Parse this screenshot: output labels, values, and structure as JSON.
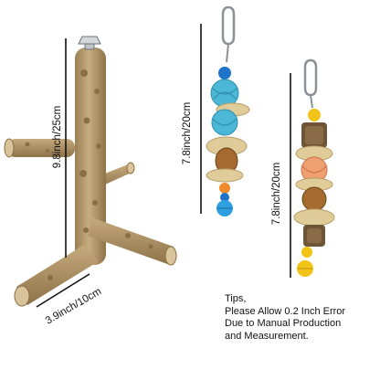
{
  "measurements": {
    "perch_height": "9.8inch/25cm",
    "perch_base": "3.9inch/10cm",
    "toy_a_length": "7.8inch/20cm",
    "toy_b_length": "7.8inch/20cm"
  },
  "tips": {
    "title": "Tips,",
    "line1": "Please Allow 0.2 Inch Error",
    "line2": "Due to Manual Production",
    "line3": "and Measurement."
  },
  "colors": {
    "wood": "#b89c6f",
    "wood_dark": "#8a6e44",
    "blue_ball": "#4cb8d6",
    "bead_blue": "#1e74c8",
    "bead_orange": "#f08a2a",
    "bell_blue": "#2ea0e0",
    "bell_yellow": "#f2c418",
    "straw": "#e0cc98",
    "walnut": "#a46a30",
    "rattan_orange": "#f0a070",
    "cork": "#6e5538"
  }
}
